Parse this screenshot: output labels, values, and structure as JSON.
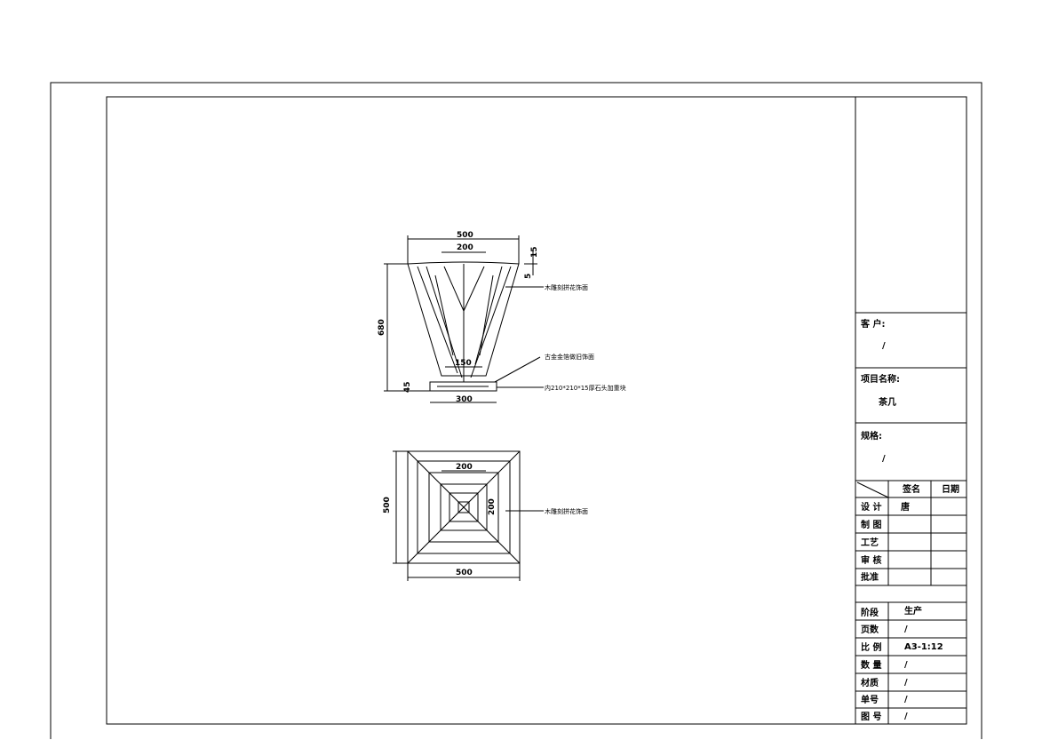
{
  "elevation": {
    "dim_top": "500",
    "dim_inner": "200",
    "dim_15": "15",
    "dim_5": "5",
    "dim_height": "680",
    "dim_base_h": "45",
    "dim_base_w": "300",
    "dim_150": "150",
    "note_surface": "木雕刻拼花饰面",
    "note_gold": "古金金箔做旧饰面",
    "note_base": "内210*210*15厚石头加重块"
  },
  "plan": {
    "dim_w": "500",
    "dim_h": "500",
    "dim_inner_w": "200",
    "dim_inner_h": "200",
    "note_surface": "木雕刻拼花饰面"
  },
  "title_block": {
    "client_label": "客 户:",
    "client_value": "/",
    "project_label": "项目名称:",
    "project_value": "茶几",
    "spec_label": "规格:",
    "spec_value": "/",
    "sign_header": "签名",
    "date_header": "日期",
    "roles": [
      {
        "label": "设 计",
        "sign": "唐"
      },
      {
        "label": "制 图",
        "sign": ""
      },
      {
        "label": "工艺",
        "sign": ""
      },
      {
        "label": "审 核",
        "sign": ""
      },
      {
        "label": "批准",
        "sign": ""
      }
    ],
    "info": [
      {
        "label": "阶段",
        "value": "生产"
      },
      {
        "label": "页数",
        "value": "/"
      },
      {
        "label": "比 例",
        "value": "A3-1:12"
      },
      {
        "label": "数 量",
        "value": "/"
      },
      {
        "label": "材质",
        "value": "/"
      },
      {
        "label": "单号",
        "value": "/"
      },
      {
        "label": "图 号",
        "value": "/"
      }
    ]
  }
}
